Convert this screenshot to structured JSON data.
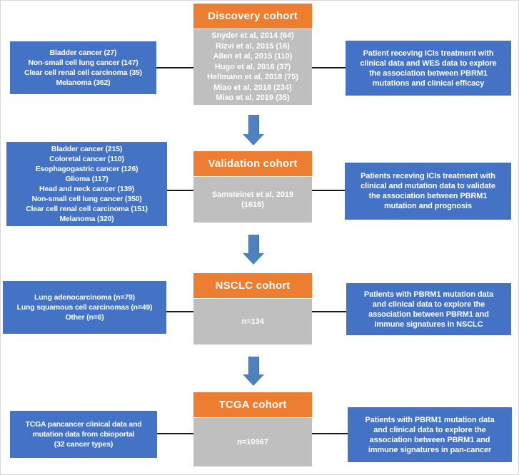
{
  "colors": {
    "header_bg": "#ED7D31",
    "box_blue": "#4472C4",
    "box_gray": "#BFBFBF",
    "arrow_blue": "#4F81BD",
    "line": "#1a1a1a",
    "text": "#FFFFFF"
  },
  "rows": [
    {
      "header": "Discovery cohort",
      "left": [
        "Bladder cancer (27)",
        "Non-small cell lung cancer (147)",
        "Clear cell renal cell carcinoma (35)",
        "Melanoma (362)"
      ],
      "center": [
        "Snyder et al, 2014 (64)",
        "Rizvi et al, 2015 (16)",
        "Allen et al, 2015 (110)",
        "Hugo et al, 2016 (37)",
        "Hellmann et al, 2018 (75)",
        "Miao et al, 2018 (234)",
        "Miao et al, 2019 (35)"
      ],
      "right": [
        "Patient receving ICIs treatment with",
        "clinical data and WES data to explore",
        "the association between PBRM1",
        "mutations and clinical efficacy"
      ]
    },
    {
      "header": "Validation cohort",
      "left": [
        "Bladder cancer (215)",
        "Coloretal cancer (110)",
        "Esophagogastric cancer (126)",
        "Glioma (117)",
        "Head and neck cancer (139)",
        "Non-small cell lung cancer (350)",
        "Clear cell renal cell carcinoma (151)",
        "Melanoma (320)"
      ],
      "center": [
        "Samsteinet et al, 2019",
        "(1616)"
      ],
      "right": [
        "Patients receving ICIs treatment with",
        "clinical and mutation data to validate",
        "the association between PBRM1",
        "mutation and prognosis"
      ]
    },
    {
      "header": "NSCLC cohort",
      "left": [
        "Lung adenocarcinoma (n=79)",
        "Lung squamous cell carcinomas (n=49)",
        "Other (n=6)"
      ],
      "center": [
        "n=134"
      ],
      "right": [
        "Patients with PBRM1 mutation data",
        "and clinical data to explore the",
        "association between PBRM1 and",
        "immune signatures in NSCLC"
      ]
    },
    {
      "header": "TCGA cohort",
      "left": [
        "TCGA pancancer clinical data and",
        "mutation data from cbioportal",
        "(32 cancer types)"
      ],
      "center": [
        "n=10967"
      ],
      "right": [
        "Patients with PBRM1 mutation data",
        "and clinical data to explore the",
        "association between PBRM1 and",
        "immune signatures in pan-cancer"
      ]
    }
  ]
}
